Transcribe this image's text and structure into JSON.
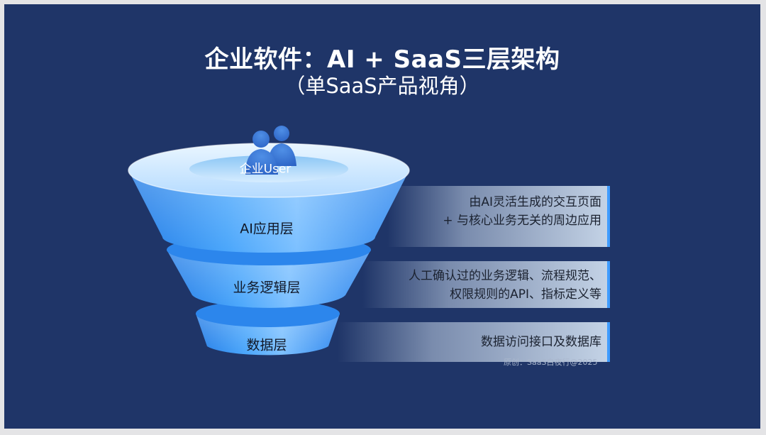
{
  "slide": {
    "title": "企业软件：AI + SaaS三层架构",
    "subtitle": "（单SaaS产品视角）",
    "credit": "原创：SaaS白夜行@2025"
  },
  "funnel": {
    "user_label": "企业User",
    "layers": [
      {
        "name": "AI应用层",
        "descriptions": [
          "由AI灵活生成的交互页面",
          "+ 与核心业务无关的周边应用"
        ]
      },
      {
        "name": "业务逻辑层",
        "descriptions": [
          "人工确认过的业务逻辑、流程规范、",
          "权限规则的API、指标定义等"
        ]
      },
      {
        "name": "数据层",
        "descriptions": [
          "数据访问接口及数据库"
        ]
      }
    ]
  },
  "colors": {
    "background": "#1f3568",
    "funnel_blue": "#2f8ff0",
    "funnel_light": "#cde9ff",
    "panel": "#c4d3e6",
    "accent_bar": "#3f9cff",
    "title_text": "#ffffff"
  },
  "icons": {
    "user": "people-icon"
  }
}
